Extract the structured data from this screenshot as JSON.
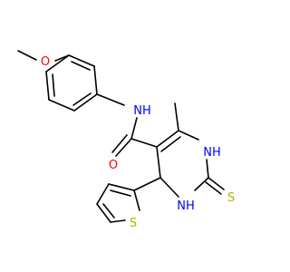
{
  "molecule": {
    "atoms": {
      "ether_oxygen": "O",
      "amide_nitrogen": "NH",
      "carbonyl_oxygen": "O",
      "ring_nitrogen_upper": "NH",
      "ring_nitrogen_lower": "NH",
      "thione_sulfur": "S",
      "thiophene_sulfur": "S"
    },
    "colors": {
      "bond": "#000000",
      "oxygen": "#ff0000",
      "nitrogen": "#0000ff",
      "sulfur": "#b2b200"
    }
  }
}
